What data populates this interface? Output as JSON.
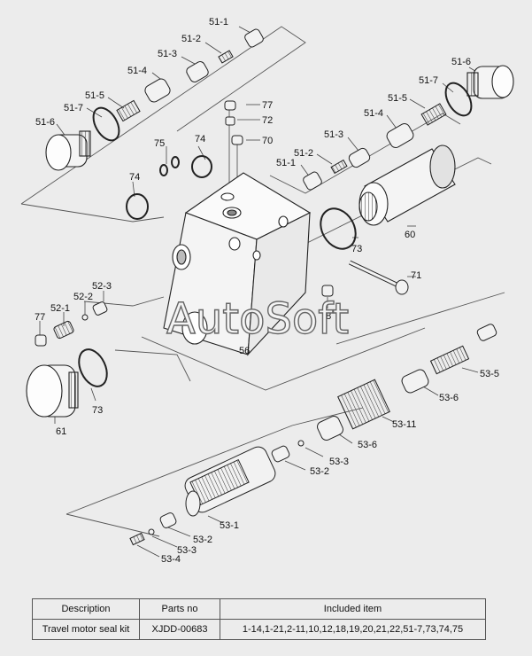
{
  "watermark": "AutoSoft",
  "callouts": {
    "l51_1a": "51-1",
    "l51_2a": "51-2",
    "l51_3a": "51-3",
    "l51_4a": "51-4",
    "l51_5a": "51-5",
    "l51_7a": "51-7",
    "l51_6a": "51-6",
    "l51_6b": "51-6",
    "l51_7b": "51-7",
    "l51_5b": "51-5",
    "l51_4b": "51-4",
    "l51_3b": "51-3",
    "l51_2b": "51-2",
    "l51_1b": "51-1",
    "l77a": "77",
    "l72": "72",
    "l70": "70",
    "l75": "75",
    "l74a": "74",
    "l74b": "74",
    "l60": "60",
    "l73a": "73",
    "l71": "71",
    "l78": "78",
    "l56": "56",
    "l52_3": "52-3",
    "l52_2": "52-2",
    "l52_1": "52-1",
    "l77b": "77",
    "l73b": "73",
    "l61": "61",
    "l53_5": "53-5",
    "l53_6a": "53-6",
    "l53_11": "53-11",
    "l53_6b": "53-6",
    "l53_3a": "53-3",
    "l53_2a": "53-2",
    "l53_1": "53-1",
    "l53_2b": "53-2",
    "l53_3b": "53-3",
    "l53_4": "53-4"
  },
  "table": {
    "headers": [
      "Description",
      "Parts no",
      "Included item"
    ],
    "rows": [
      [
        "Travel motor seal kit",
        "XJDD-00683",
        "1-14,1-21,2-11,10,12,18,19,20,21,22,51-7,73,74,75"
      ]
    ]
  }
}
